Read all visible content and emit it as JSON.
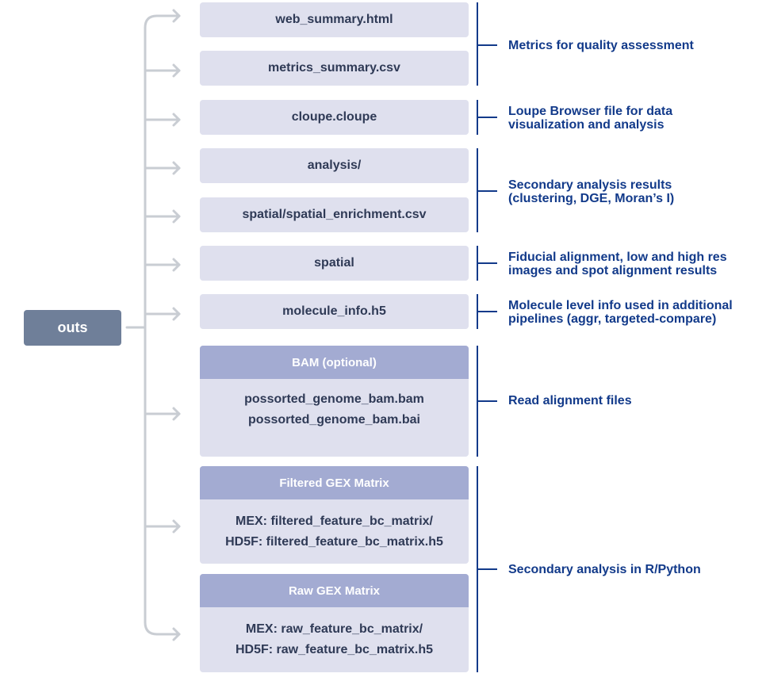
{
  "root": {
    "label": "outs"
  },
  "files": [
    {
      "label": "web_summary.html"
    },
    {
      "label": "metrics_summary.csv"
    },
    {
      "label": "cloupe.cloupe"
    },
    {
      "label": "analysis/"
    },
    {
      "label": "spatial/spatial_enrichment.csv"
    },
    {
      "label": "spatial"
    },
    {
      "label": "molecule_info.h5"
    }
  ],
  "groups": [
    {
      "header": "BAM (optional)",
      "lines": [
        "possorted_genome_bam.bam",
        "possorted_genome_bam.bai"
      ]
    },
    {
      "header": "Filtered GEX Matrix",
      "lines": [
        "MEX: filtered_feature_bc_matrix/",
        "HD5F: filtered_feature_bc_matrix.h5"
      ]
    },
    {
      "header": "Raw GEX Matrix",
      "lines": [
        "MEX: raw_feature_bc_matrix/",
        "HD5F: raw_feature_bc_matrix.h5"
      ]
    }
  ],
  "descriptions": [
    {
      "line1": "Metrics for quality assessment",
      "line2": ""
    },
    {
      "line1": "Loupe Browser file for data",
      "line2": "visualization and analysis"
    },
    {
      "line1": "Secondary analysis results",
      "line2": "(clustering, DGE, Moran’s I)"
    },
    {
      "line1": "Fiducial alignment, low and high res",
      "line2": "images and spot alignment results"
    },
    {
      "line1": "Molecule level info used in additional",
      "line2": "pipelines (aggr, targeted-compare)"
    },
    {
      "line1": "Read alignment files",
      "line2": ""
    },
    {
      "line1": "Secondary analysis in R/Python",
      "line2": ""
    }
  ],
  "colors": {
    "root_bg": "#6f7f99",
    "box_bg": "#dfe0ee",
    "group_header_bg": "#a3abd2",
    "box_text": "#2f3a56",
    "description_text": "#123a8a",
    "connector": "#c9cdd3"
  }
}
